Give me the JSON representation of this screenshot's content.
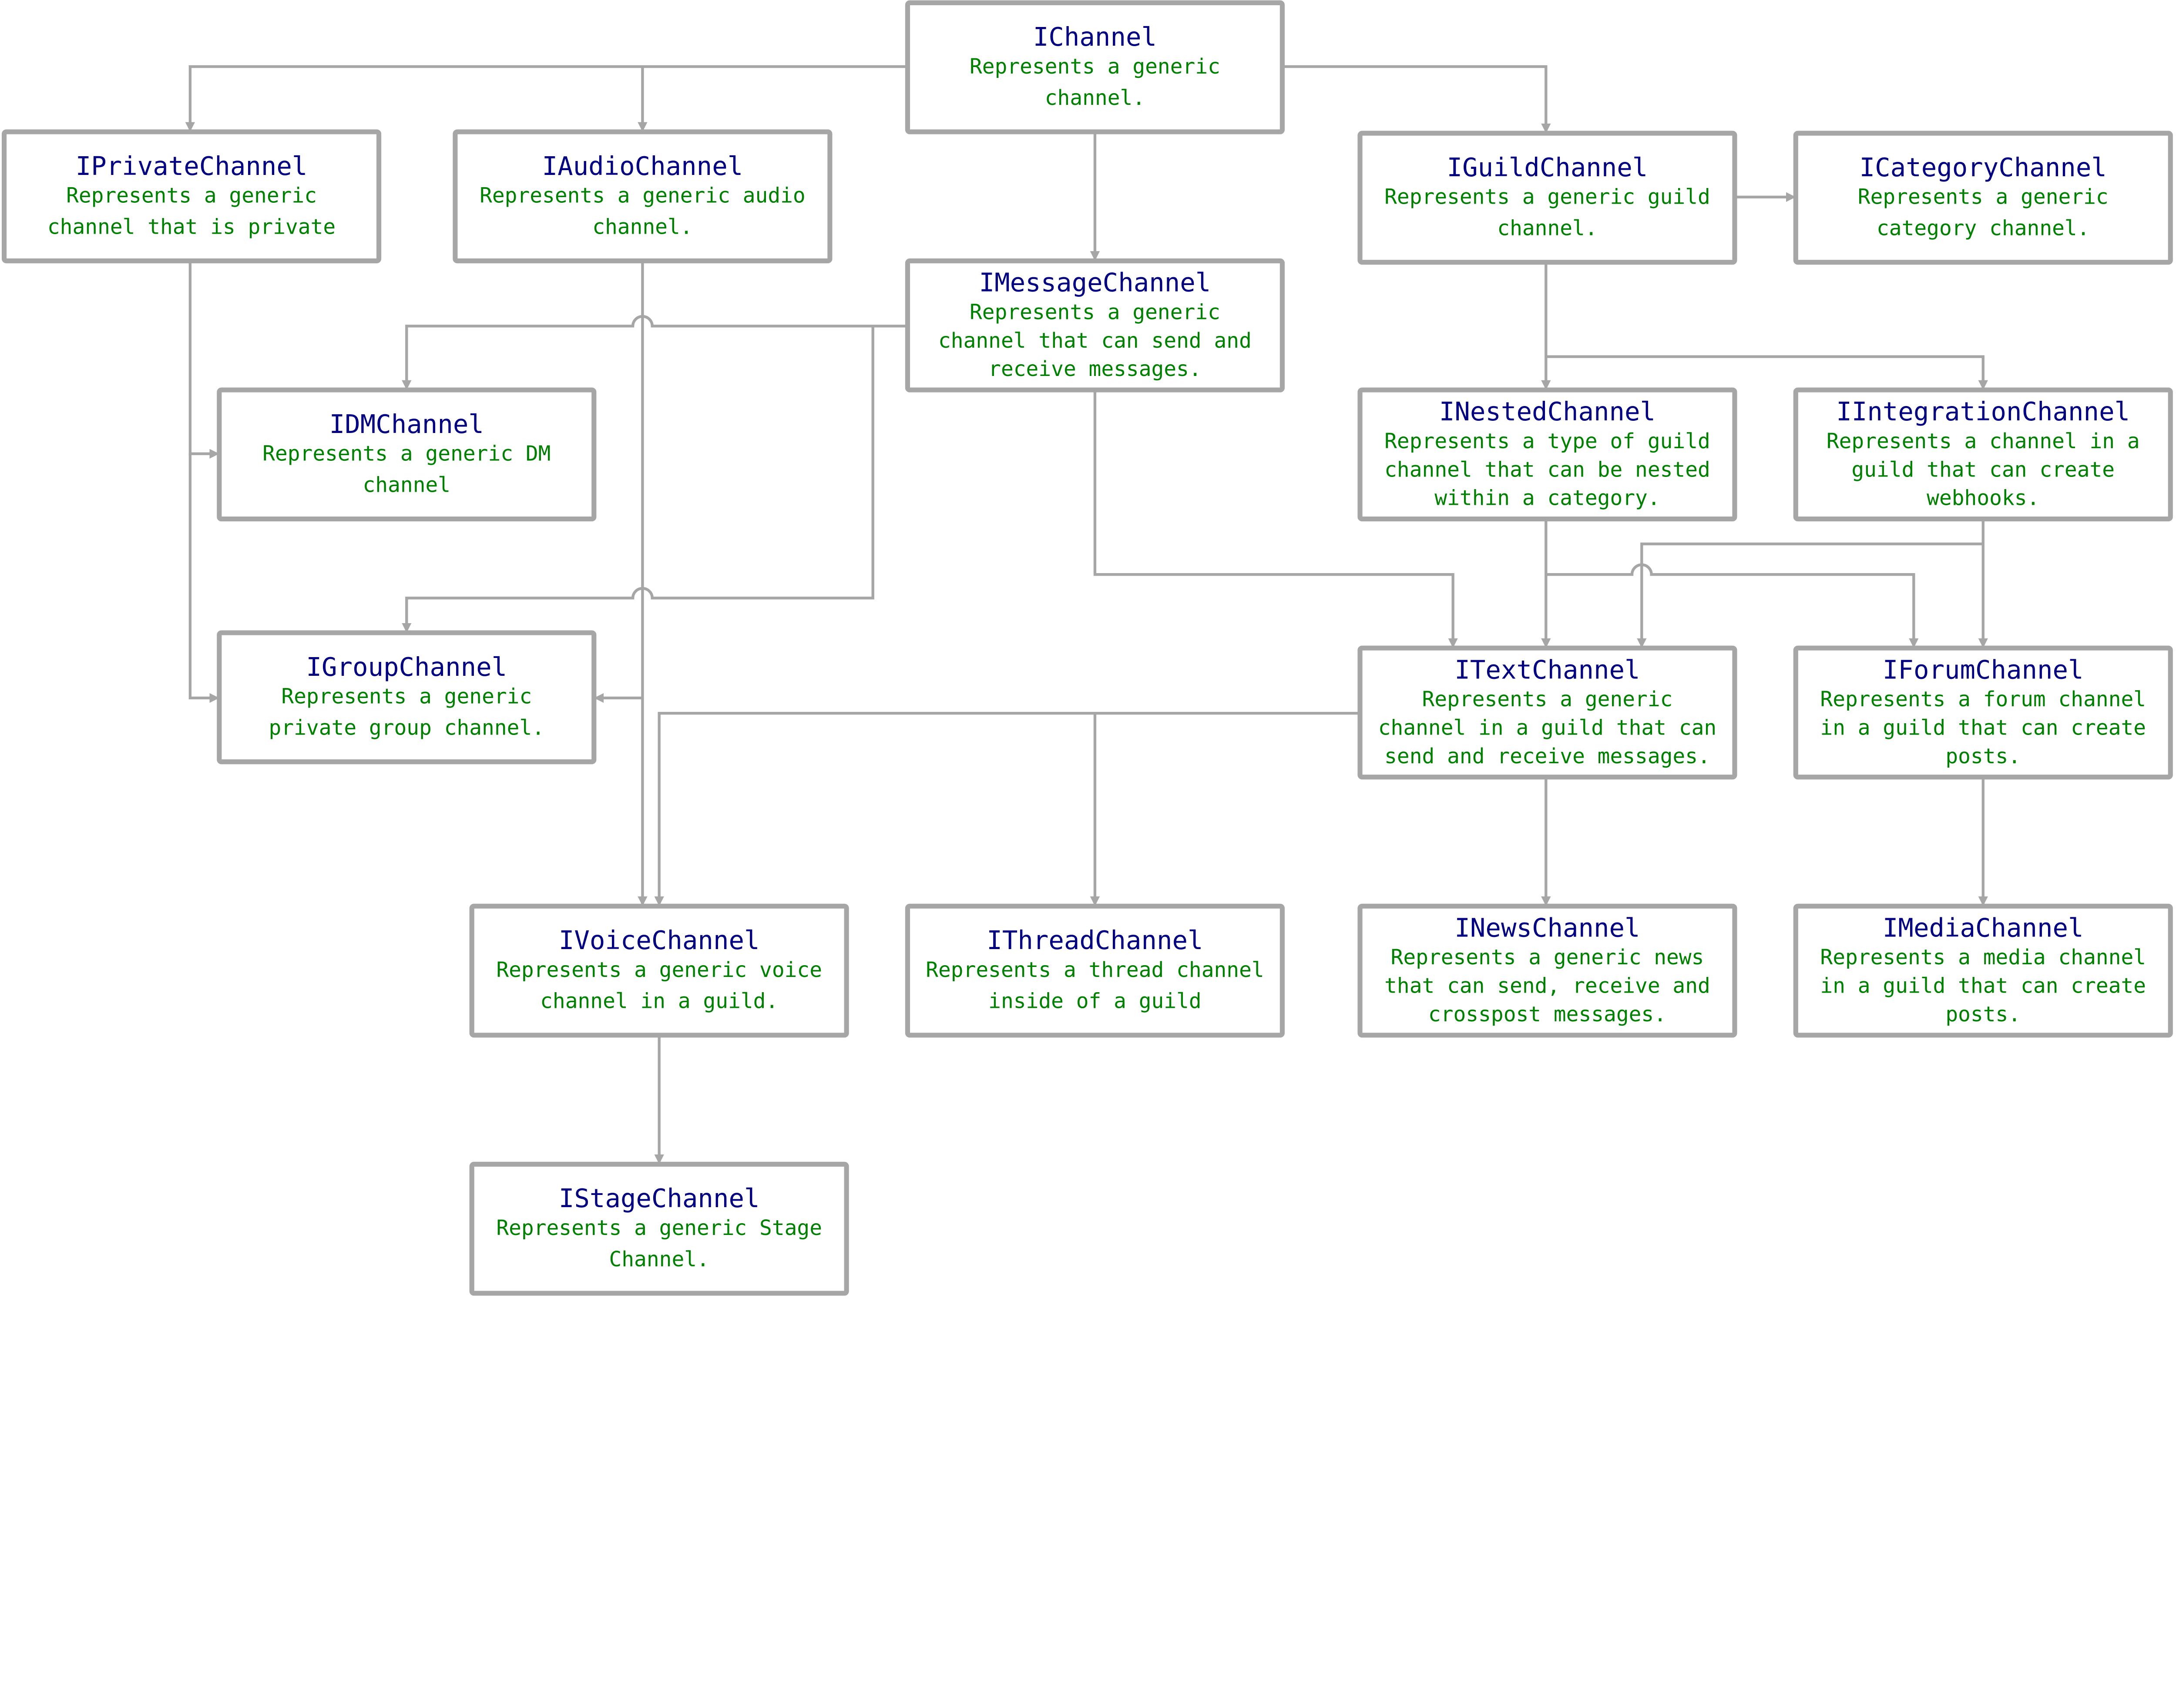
{
  "colors": {
    "title": "#000080",
    "description": "#008000",
    "line": "#a6a6a6",
    "background": "#ffffff"
  },
  "nodes": [
    {
      "id": "IChannel",
      "title": "IChannel",
      "lines": [
        "Represents a generic",
        "channel."
      ]
    },
    {
      "id": "IPrivateChannel",
      "title": "IPrivateChannel",
      "lines": [
        "Represents a generic",
        "channel that is private"
      ]
    },
    {
      "id": "IAudioChannel",
      "title": "IAudioChannel",
      "lines": [
        "Represents a generic audio",
        "channel."
      ]
    },
    {
      "id": "IGuildChannel",
      "title": "IGuildChannel",
      "lines": [
        "Represents a generic guild",
        "channel."
      ]
    },
    {
      "id": "ICategoryChannel",
      "title": "ICategoryChannel",
      "lines": [
        "Represents a generic",
        "category channel."
      ]
    },
    {
      "id": "IMessageChannel",
      "title": "IMessageChannel",
      "lines": [
        "Represents a generic",
        "channel that can send and",
        "receive messages."
      ]
    },
    {
      "id": "IDMChannel",
      "title": "IDMChannel",
      "lines": [
        "Represents a generic DM",
        "channel"
      ]
    },
    {
      "id": "INestedChannel",
      "title": "INestedChannel",
      "lines": [
        "Represents a type of guild",
        "channel that can be nested",
        "within a category."
      ]
    },
    {
      "id": "IIntegrationChannel",
      "title": "IIntegrationChannel",
      "lines": [
        "Represents a channel in a",
        "guild that can create",
        "webhooks."
      ]
    },
    {
      "id": "IGroupChannel",
      "title": "IGroupChannel",
      "lines": [
        "Represents a generic",
        "private group channel."
      ]
    },
    {
      "id": "ITextChannel",
      "title": "ITextChannel",
      "lines": [
        "Represents a generic",
        "channel in a guild that can",
        "send and receive messages."
      ]
    },
    {
      "id": "IForumChannel",
      "title": "IForumChannel",
      "lines": [
        "Represents a forum channel",
        "in a guild that can create",
        "posts."
      ]
    },
    {
      "id": "IVoiceChannel",
      "title": "IVoiceChannel",
      "lines": [
        "Represents a generic voice",
        "channel in a guild."
      ]
    },
    {
      "id": "IThreadChannel",
      "title": "IThreadChannel",
      "lines": [
        "Represents a thread channel",
        "inside of a guild"
      ]
    },
    {
      "id": "INewsChannel",
      "title": "INewsChannel",
      "lines": [
        "Represents a generic news",
        "that can send, receive and",
        "crosspost messages."
      ]
    },
    {
      "id": "IMediaChannel",
      "title": "IMediaChannel",
      "lines": [
        "Represents a media channel",
        "in a guild that can create",
        "posts."
      ]
    },
    {
      "id": "IStageChannel",
      "title": "IStageChannel",
      "lines": [
        "Represents a generic Stage",
        "Channel."
      ]
    }
  ],
  "edges": [
    {
      "from": "IChannel",
      "to": "IPrivateChannel"
    },
    {
      "from": "IChannel",
      "to": "IAudioChannel"
    },
    {
      "from": "IChannel",
      "to": "IGuildChannel"
    },
    {
      "from": "IChannel",
      "to": "IMessageChannel"
    },
    {
      "from": "IGuildChannel",
      "to": "ICategoryChannel"
    },
    {
      "from": "IMessageChannel",
      "to": "IDMChannel"
    },
    {
      "from": "IMessageChannel",
      "to": "IGroupChannel"
    },
    {
      "from": "IMessageChannel",
      "to": "ITextChannel"
    },
    {
      "from": "IPrivateChannel",
      "to": "IDMChannel"
    },
    {
      "from": "IPrivateChannel",
      "to": "IGroupChannel"
    },
    {
      "from": "IAudioChannel",
      "to": "IVoiceChannel"
    },
    {
      "from": "IAudioChannel",
      "to": "IGroupChannel"
    },
    {
      "from": "IGuildChannel",
      "to": "INestedChannel"
    },
    {
      "from": "IGuildChannel",
      "to": "IIntegrationChannel"
    },
    {
      "from": "INestedChannel",
      "to": "ITextChannel"
    },
    {
      "from": "INestedChannel",
      "to": "IForumChannel"
    },
    {
      "from": "IIntegrationChannel",
      "to": "ITextChannel"
    },
    {
      "from": "IIntegrationChannel",
      "to": "IForumChannel"
    },
    {
      "from": "ITextChannel",
      "to": "IVoiceChannel"
    },
    {
      "from": "ITextChannel",
      "to": "IThreadChannel"
    },
    {
      "from": "ITextChannel",
      "to": "INewsChannel"
    },
    {
      "from": "IForumChannel",
      "to": "IMediaChannel"
    },
    {
      "from": "IVoiceChannel",
      "to": "IStageChannel"
    }
  ]
}
